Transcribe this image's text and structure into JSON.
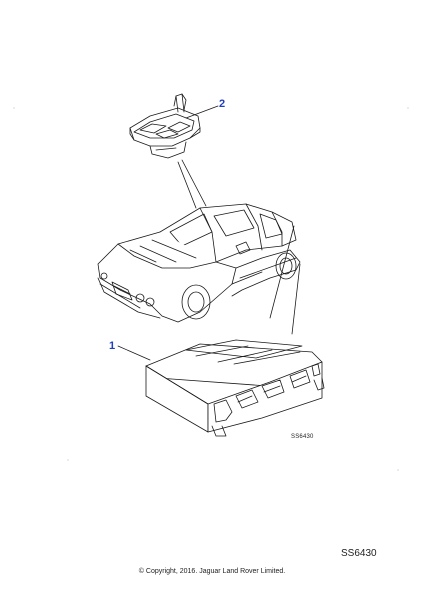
{
  "callouts": {
    "part_1": "1",
    "part_2": "2"
  },
  "diagram_ref_small": "SS6430",
  "diagram_ref_large": "SS6430",
  "copyright": "© Copyright, 2016. Jaguar Land Rover Limited.",
  "colors": {
    "callout": "#1f3fbf",
    "line": "#1a1a1a"
  }
}
